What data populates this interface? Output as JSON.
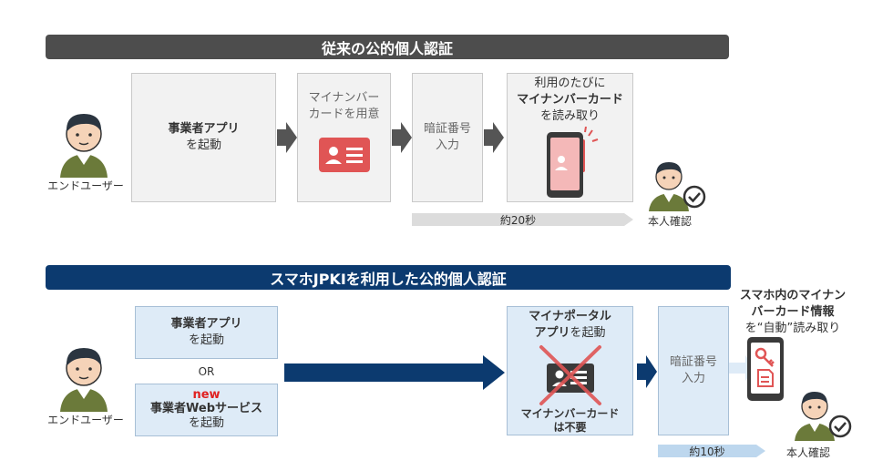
{
  "top": {
    "banner": "従来の公的個人認証",
    "user_label": "エンドユーザー",
    "step1": {
      "line1": "事業者アプリ",
      "line2": "を起動"
    },
    "step2": {
      "line1": "マイナンバー",
      "line2": "カードを用意"
    },
    "step3": {
      "line1": "暗証番号",
      "line2": "入力"
    },
    "step4": {
      "line1": "利用のたびに",
      "line2": "マイナンバーカード",
      "line3": "を読み取り"
    },
    "time": "約20秒",
    "verify": "本人確認"
  },
  "bottom": {
    "banner": "スマホJPKIを利用した公的個人認証",
    "user_label": "エンドユーザー",
    "app": {
      "line1": "事業者アプリ",
      "line2": "を起動"
    },
    "or": "OR",
    "web": {
      "new": "new",
      "line1": "事業者Webサービス",
      "line2": "を起動"
    },
    "portal": {
      "line1": "マイナポータル",
      "line2a": "アプリ",
      "line2b": "を起動",
      "note1": "マイナンバーカード",
      "note2": "は不要"
    },
    "pin": {
      "line1": "暗証番号",
      "line2": "入力"
    },
    "auto": {
      "line1": "スマホ内のマイナン",
      "line2": "バーカード情報",
      "line3": "を“自動”読み取り"
    },
    "time": "約10秒",
    "verify": "本人確認"
  },
  "colors": {
    "top_banner": "#4d4d4d",
    "bottom_banner": "#0c3a6f",
    "card_red": "#e05555",
    "arrow_blue": "#0c3a6f",
    "time_bar_grey": "#dcdcdc",
    "time_bar_blue": "#bdd7ee"
  }
}
